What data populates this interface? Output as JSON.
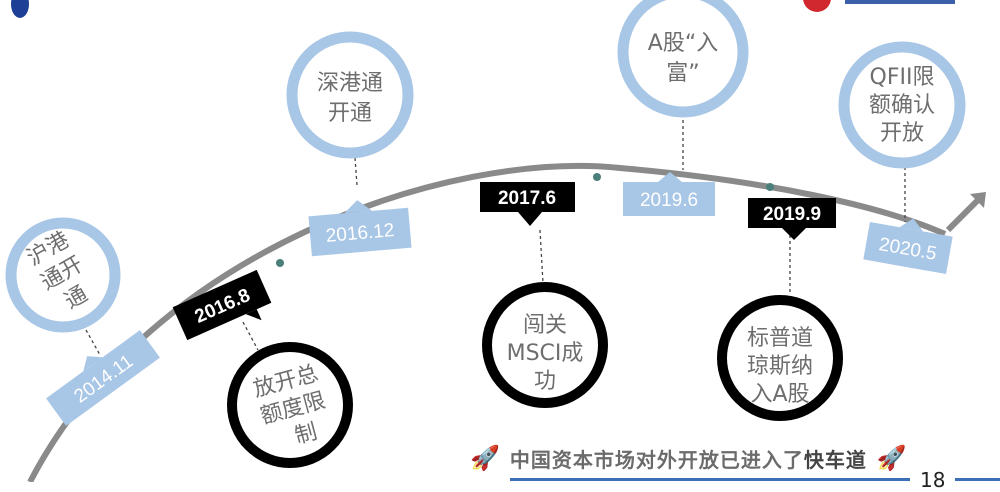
{
  "colors": {
    "light_blue": "#a8c6e6",
    "black": "#000000",
    "arc": "#8a8a8a",
    "dot": "#4a7f7a",
    "brand_blue": "#1d3f95",
    "brand_red": "#d0282e"
  },
  "events": [
    {
      "date": "2014.11",
      "text_lines": [
        "沪港",
        "通开",
        "通"
      ],
      "style": "light-blue"
    },
    {
      "date": "2016.8",
      "text_lines": [
        "放开总",
        "额度限",
        "制"
      ],
      "style": "black"
    },
    {
      "date": "2016.12",
      "text_lines": [
        "深港通",
        "开通"
      ],
      "style": "light-blue"
    },
    {
      "date": "2017.6",
      "text_lines": [
        "闯关",
        "MSCI成",
        "功"
      ],
      "style": "black"
    },
    {
      "date": "2019.6",
      "text_lines": [
        "A股“入",
        "富”"
      ],
      "style": "light-blue"
    },
    {
      "date": "2019.9",
      "text_lines": [
        "标普道",
        "琼斯纳",
        "入A股"
      ],
      "style": "black"
    },
    {
      "date": "2020.5",
      "text_lines": [
        "QFII限",
        "额确认",
        "开放"
      ],
      "style": "light-blue"
    }
  ],
  "banner": {
    "text": "中国资本市场对外开放已进入了",
    "emphasis": "快车道",
    "icon": "rocket-icon"
  },
  "page_number": "18"
}
